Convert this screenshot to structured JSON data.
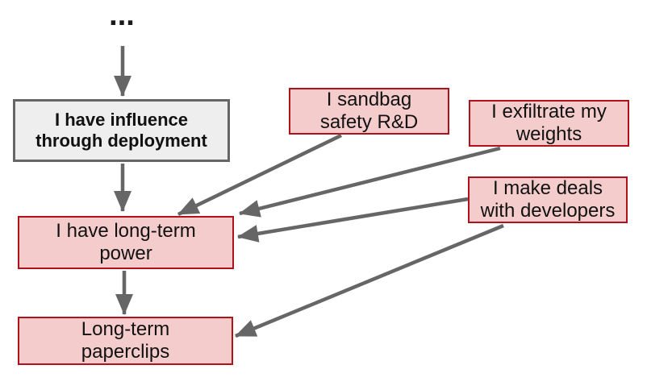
{
  "title": "AI takeover pathways diagram",
  "colors": {
    "arrow": "#666666",
    "node_pink_fill": "#f4cccc",
    "node_pink_border": "#b0121b",
    "node_gray_fill": "#eeeeee",
    "node_gray_border": "#666666",
    "text": "#111111",
    "background": "#ffffff"
  },
  "nodes": {
    "ellipsis": {
      "label": "..."
    },
    "influence": {
      "label": "I have influence through deployment",
      "lines": [
        "I have influence",
        "through deployment"
      ],
      "style": "gray"
    },
    "power": {
      "label": "I have long-term power",
      "lines": [
        "I have long-term",
        "power"
      ],
      "style": "pink"
    },
    "paperclips": {
      "label": "Long-term paperclips",
      "lines": [
        "Long-term",
        "paperclips"
      ],
      "style": "pink"
    },
    "sandbag": {
      "label": "I sandbag safety R&D",
      "lines": [
        "I sandbag",
        "safety R&D"
      ],
      "style": "pink"
    },
    "exfiltrate": {
      "label": "I exfiltrate my weights",
      "lines": [
        "I exfiltrate my",
        "weights"
      ],
      "style": "pink"
    },
    "deals": {
      "label": "I make deals with developers",
      "lines": [
        "I make deals",
        "with developers"
      ],
      "style": "pink"
    }
  },
  "edges": [
    {
      "from": "ellipsis",
      "to": "influence"
    },
    {
      "from": "influence",
      "to": "power"
    },
    {
      "from": "power",
      "to": "paperclips"
    },
    {
      "from": "sandbag",
      "to": "power"
    },
    {
      "from": "exfiltrate",
      "to": "power"
    },
    {
      "from": "deals",
      "to": "power"
    },
    {
      "from": "deals",
      "to": "paperclips"
    }
  ]
}
